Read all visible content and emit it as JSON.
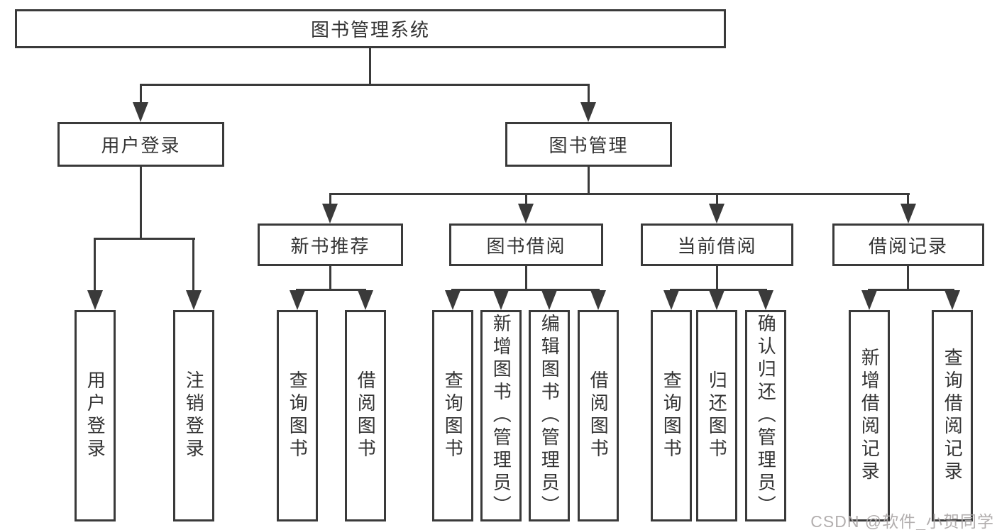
{
  "nodes": {
    "root": "图书管理系统",
    "user_login": "用户登录",
    "book_management": "图书管理",
    "new_book_recommend": "新书推荐",
    "book_borrowing": "图书借阅",
    "current_borrowing": "当前借阅",
    "borrowing_records": "借阅记录",
    "leaf_user_login": "用户登录",
    "leaf_logout": "注销登录",
    "leaf_query_books_a": "查询图书",
    "leaf_borrow_books_a": "借阅图书",
    "leaf_query_books_b": "查询图书",
    "leaf_add_book_admin": "新增图书（管理员）",
    "leaf_edit_book_admin": "编辑图书（管理员）",
    "leaf_borrow_books_b": "借阅图书",
    "leaf_query_books_c": "查询图书",
    "leaf_return_books": "归还图书",
    "leaf_confirm_return_admin": "确认归还（管理员）",
    "leaf_add_borrow_record": "新增借阅记录",
    "leaf_query_borrow_record": "查询借阅记录"
  },
  "watermark": "CSDN @软件_小贺同学",
  "colors": {
    "line": "#3a3a3a",
    "box_border": "#3a3a3a",
    "box_background": "#ffffff",
    "text": "#333333",
    "watermark": "#aaa5a5"
  }
}
